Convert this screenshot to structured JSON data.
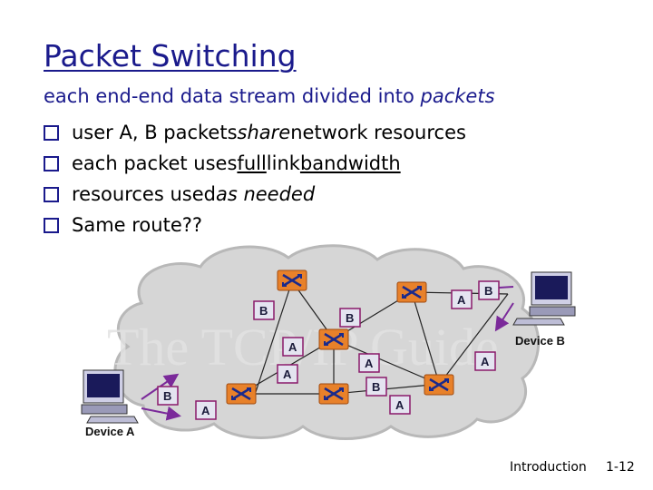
{
  "slide": {
    "title": "Packet Switching",
    "subtitle_start": "each end-end data stream divided into ",
    "subtitle_emph": "packets",
    "bullets": {
      "b1": {
        "a": "user A, B packets ",
        "b": "share",
        "c": " network resources"
      },
      "b2": {
        "a": "each packet uses ",
        "b": "full",
        "c": " link ",
        "d": "bandwidth"
      },
      "b3": {
        "a": "resources used ",
        "b": "as needed"
      },
      "b4": {
        "a": "Same route??"
      }
    }
  },
  "diagram": {
    "watermark": "The TCP/IP Guide",
    "device_a": "Device A",
    "device_b": "Device B",
    "packets": [
      "B",
      "A",
      "A",
      "A",
      "B",
      "B",
      "A",
      "A",
      "B",
      "A",
      "B"
    ],
    "colors": {
      "cloud": "#d6d6d6",
      "packet_border": "#8a1a6a",
      "packet_fill": "#e4e4f0",
      "router": "#e8812a",
      "arrow": "#7b2a9a"
    }
  },
  "footer": {
    "section": "Introduction",
    "page": "1-12"
  }
}
